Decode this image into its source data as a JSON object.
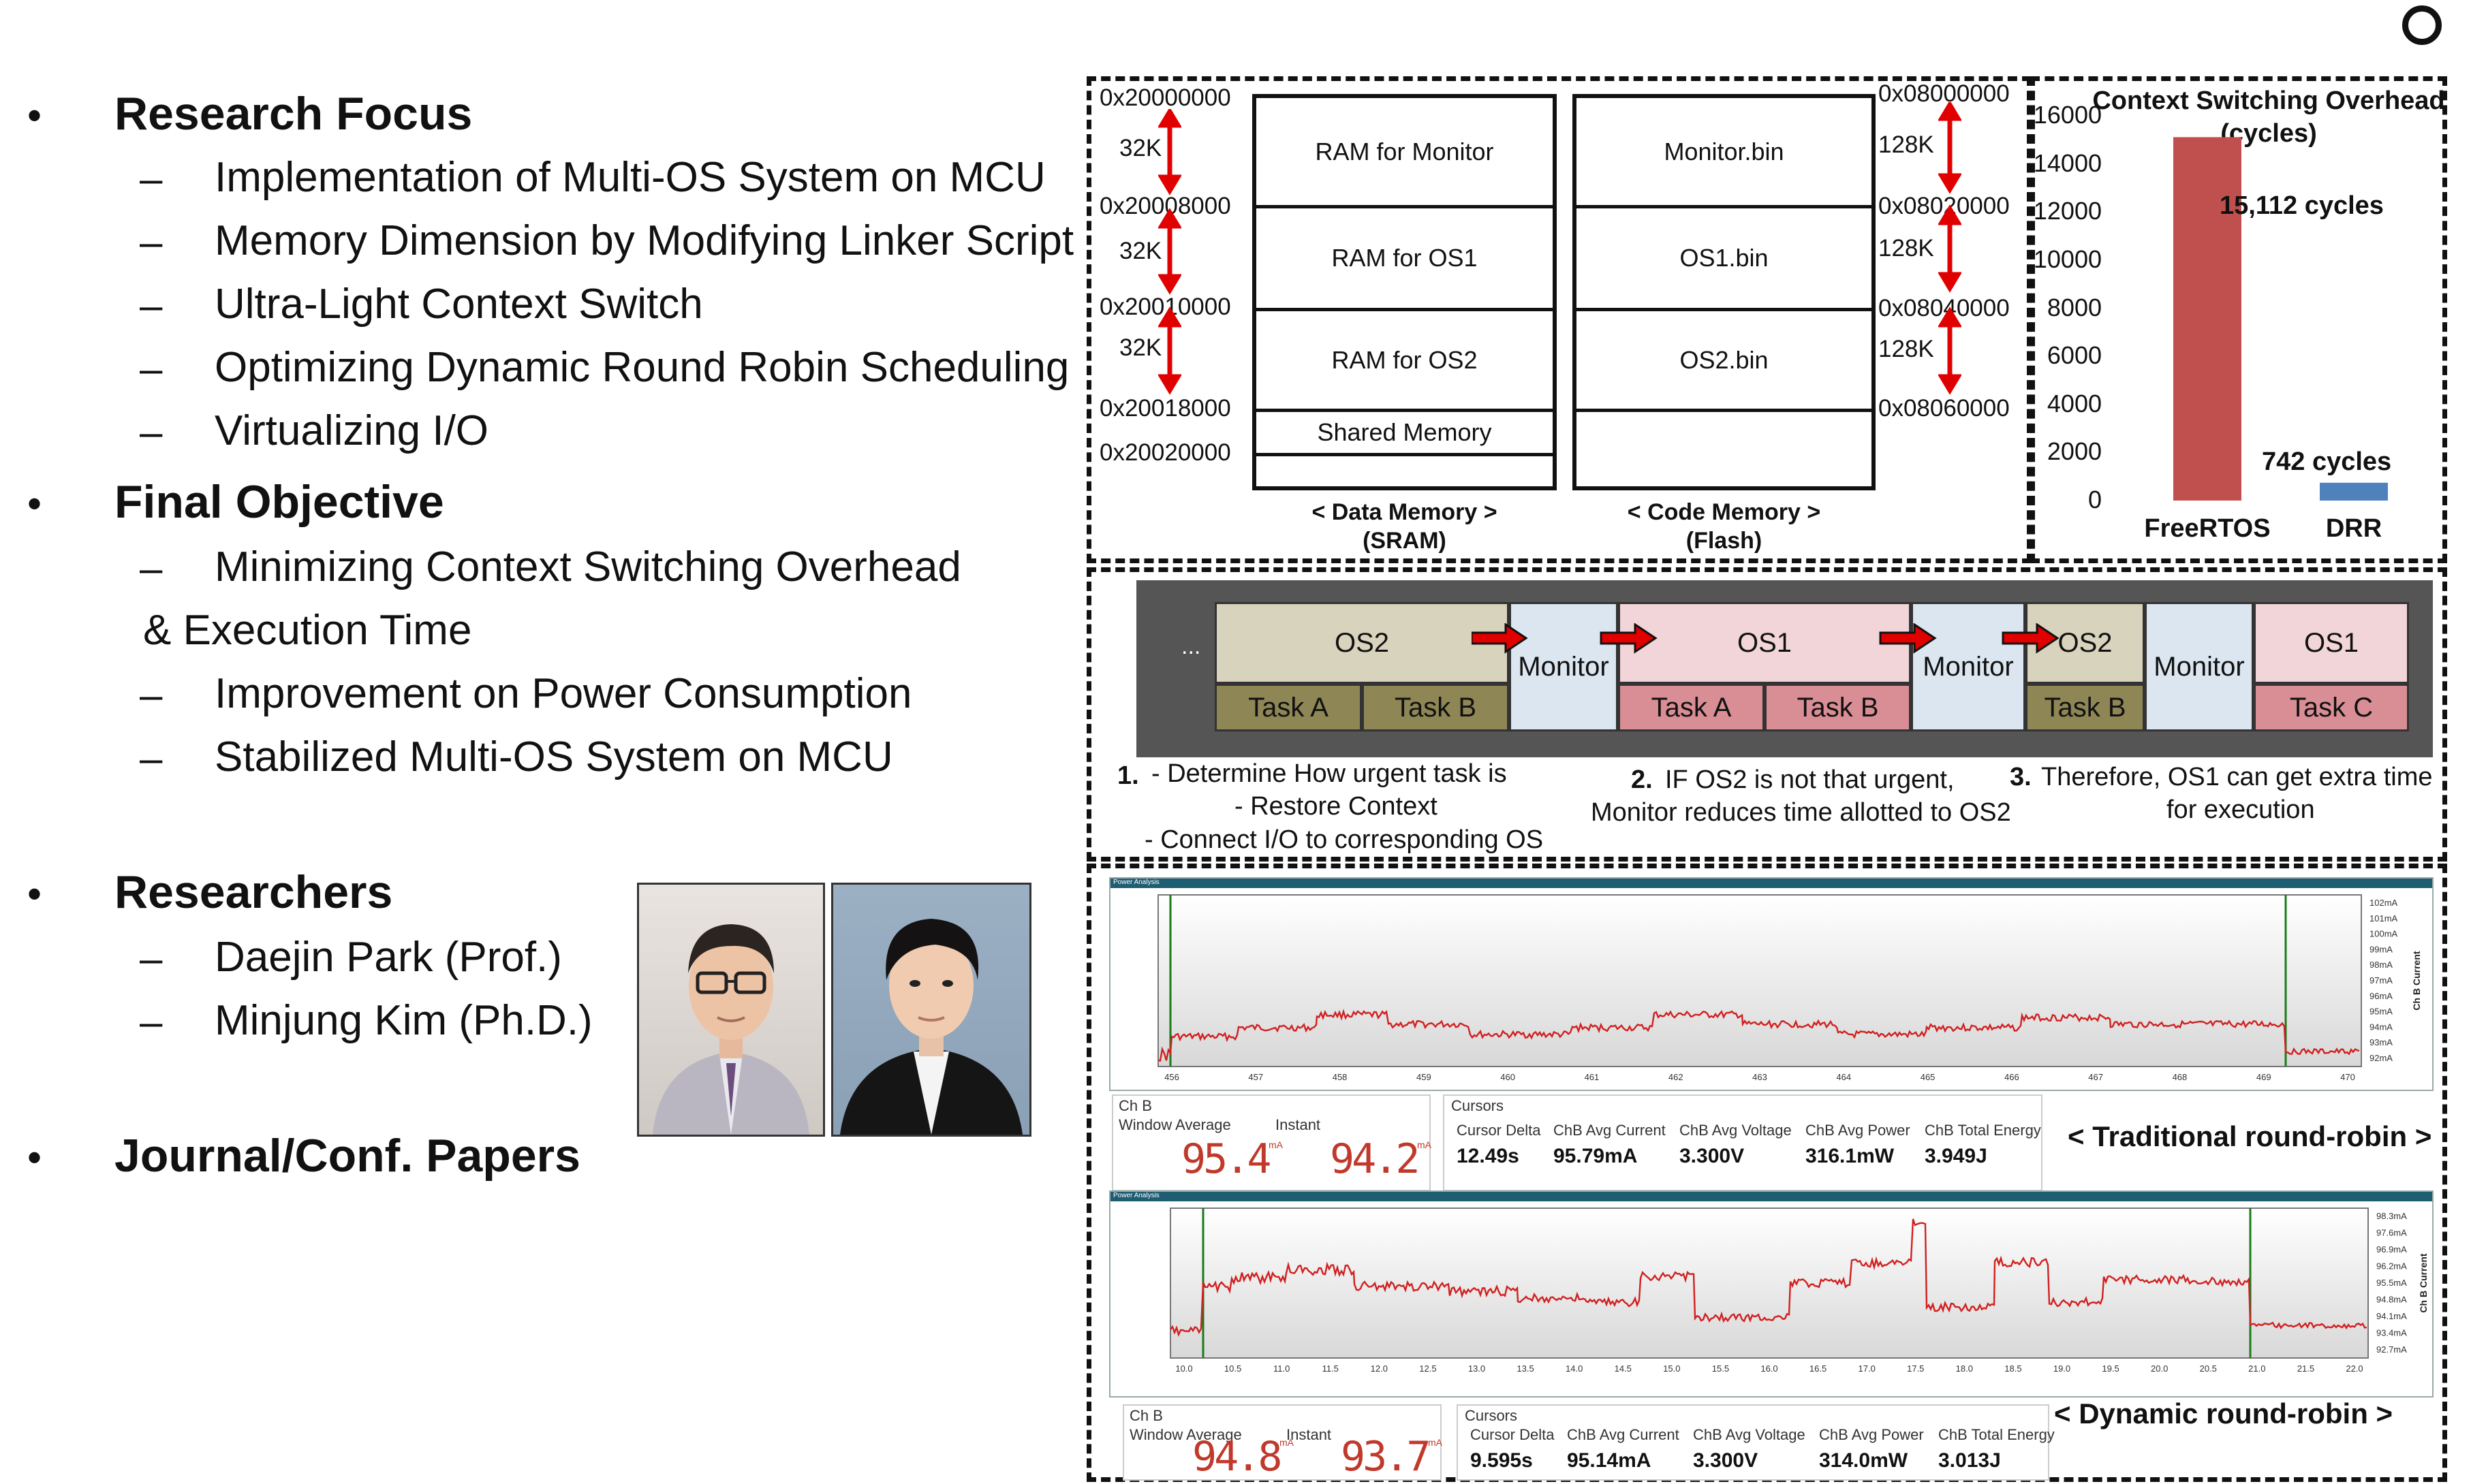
{
  "corner_icon": "circle-icon",
  "left": {
    "research_focus": {
      "title": "Research Focus",
      "items": [
        "Implementation of Multi-OS System on MCU",
        "Memory Dimension by Modifying Linker Script",
        "Ultra-Light Context Switch",
        "Optimizing Dynamic Round Robin Scheduling",
        "Virtualizing I/O"
      ]
    },
    "final_objective": {
      "title": "Final Objective",
      "item1": "Minimizing Context  Switching Overhead",
      "item1_cont": "& Execution Time",
      "item2": "Improvement on Power Consumption",
      "item3": "Stabilized Multi-OS System on MCU"
    },
    "researchers": {
      "title": "Researchers",
      "items": [
        "Daejin Park (Prof.)",
        "Minjung Kim (Ph.D.)"
      ]
    },
    "papers": {
      "title": "Journal/Conf. Papers"
    },
    "bullet": "•",
    "dash": "–"
  },
  "memory_map": {
    "data_addrs": [
      "0x20000000",
      "0x20008000",
      "0x20010000",
      "0x20018000",
      "0x20020000"
    ],
    "data_sizes": [
      "32K",
      "32K",
      "32K"
    ],
    "data_cells": [
      "RAM for Monitor",
      "RAM for OS1",
      "RAM for OS2",
      "Shared Memory"
    ],
    "code_addrs": [
      "0x08000000",
      "0x08020000",
      "0x08040000",
      "0x08060000"
    ],
    "code_sizes": [
      "128K",
      "128K",
      "128K"
    ],
    "code_cells": [
      "Monitor.bin",
      "OS1.bin",
      "OS2.bin"
    ],
    "data_caption": [
      "< Data Memory >",
      "(SRAM)"
    ],
    "code_caption": [
      "< Code Memory >",
      "(Flash)"
    ],
    "arrow_color": "#e00000"
  },
  "chart_data": {
    "type": "bar",
    "title": "Context Switching Overhead (cycles)",
    "categories": [
      "FreeRTOS",
      "DRR"
    ],
    "values": [
      15112,
      742
    ],
    "data_labels": [
      "15,112 cycles",
      "742 cycles"
    ],
    "colors": [
      "#c0504d",
      "#4f81bd"
    ],
    "ylim": [
      0,
      16000
    ],
    "yticks": [
      "16000",
      "14000",
      "12000",
      "10000",
      "8000",
      "6000",
      "4000",
      "2000",
      "0"
    ],
    "grid": false
  },
  "scheduler": {
    "ellipsis": "...",
    "os2_a": "OS2",
    "os2_a_tasks": [
      "Task A",
      "Task B"
    ],
    "monitor": "Monitor",
    "os1_a": "OS1",
    "os1_a_tasks": [
      "Task A",
      "Task B"
    ],
    "os2_b": "OS2",
    "os2_b_tasks": [
      "Task B"
    ],
    "os1_b": "OS1",
    "os1_b_tasks": [
      "Task C"
    ],
    "notes": {
      "n1_num": "1.",
      "n1_lines": [
        "-      Determine How urgent task is",
        "-      Restore Context",
        "- Connect I/O to corresponding OS"
      ],
      "n2_num": "2.",
      "n2_lines": [
        "IF OS2 is not that urgent,",
        "Monitor reduces time allotted to OS2"
      ],
      "n3_num": "3.",
      "n3_lines": [
        "Therefore, OS1 can get extra time",
        "for execution"
      ]
    },
    "colors": {
      "os2": "#d8d3bc",
      "os2_task": "#8f8656",
      "os1": "#f2d5d8",
      "os1_task": "#d98e95",
      "monitor": "#dce6f1",
      "frame": "#555555",
      "arrow": "#e00000"
    }
  },
  "power_traditional": {
    "header": "Power Analysis",
    "xticks": [
      "456",
      "457",
      "458",
      "459",
      "460",
      "461",
      "462",
      "463",
      "464",
      "465",
      "466",
      "467",
      "468",
      "469",
      "470"
    ],
    "yticks": [
      "102mA",
      "101mA",
      "100mA",
      "99mA",
      "98mA",
      "97mA",
      "96mA",
      "95mA",
      "94mA",
      "93mA",
      "92mA"
    ],
    "yaxis": "Ch B Current",
    "channel": "Ch B",
    "window_avg_label": "Window Average",
    "window_avg": "95.4",
    "instant_label": "Instant",
    "instant": "94.2",
    "unit": "mA",
    "cursors_label": "Cursors",
    "stats": [
      {
        "label": "Cursor Delta",
        "value": "12.49s"
      },
      {
        "label": "ChB Avg Current",
        "value": "95.79mA"
      },
      {
        "label": "ChB Avg Voltage",
        "value": "3.300V"
      },
      {
        "label": "ChB Avg Power",
        "value": "316.1mW"
      },
      {
        "label": "ChB Total Energy",
        "value": "3.949J"
      }
    ],
    "caption": "< Traditional round-robin >"
  },
  "power_dynamic": {
    "header": "Power Analysis",
    "xticks": [
      "10.0",
      "10.5",
      "11.0",
      "11.5",
      "12.0",
      "12.5",
      "13.0",
      "13.5",
      "14.0",
      "14.5",
      "15.0",
      "15.5",
      "16.0",
      "16.5",
      "17.0",
      "17.5",
      "18.0",
      "18.5",
      "19.0",
      "19.5",
      "20.0",
      "20.5",
      "21.0",
      "21.5",
      "22.0"
    ],
    "yticks": [
      "98.3mA",
      "97.6mA",
      "96.9mA",
      "96.2mA",
      "95.5mA",
      "94.8mA",
      "94.1mA",
      "93.4mA",
      "92.7mA"
    ],
    "yaxis": "Ch B Current",
    "channel": "Ch B",
    "window_avg_label": "Window Average",
    "window_avg": "94.8",
    "instant_label": "Instant",
    "instant": "93.7",
    "unit": "mA",
    "cursors_label": "Cursors",
    "stats": [
      {
        "label": "Cursor Delta",
        "value": "9.595s"
      },
      {
        "label": "ChB Avg Current",
        "value": "95.14mA"
      },
      {
        "label": "ChB Avg Voltage",
        "value": "3.300V"
      },
      {
        "label": "ChB Avg Power",
        "value": "314.0mW"
      },
      {
        "label": "ChB Total Energy",
        "value": "3.013J"
      }
    ],
    "caption": "< Dynamic round-robin >"
  }
}
